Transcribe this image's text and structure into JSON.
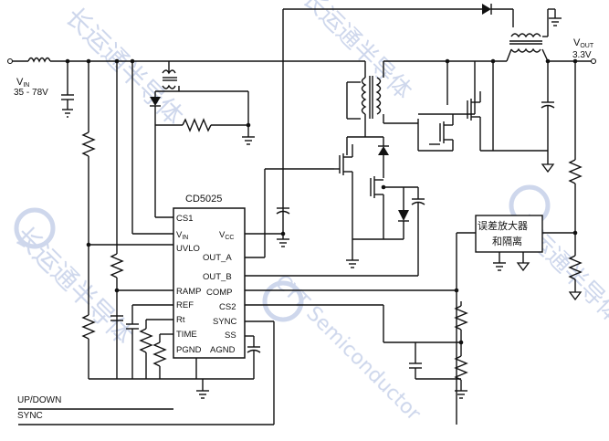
{
  "diagram": {
    "chip_name": "CD5025",
    "pins_left": [
      "CS1",
      "VIN",
      "UVLO",
      "RAMP",
      "REF",
      "Rt",
      "TIME",
      "PGND"
    ],
    "pins_right": [
      "VCC",
      "OUT_A",
      "OUT_B",
      "COMP",
      "CS2",
      "SYNC",
      "SS",
      "AGND"
    ],
    "vin_label": "VIN",
    "vin_range": "35 - 78V",
    "vout_label": "VOUT",
    "vout_value": "3.3V",
    "error_amp_line1": "误差放大器",
    "error_amp_line2": "和隔离",
    "updown_label": "UP/DOWN",
    "sync_label": "SYNC",
    "watermark_cn": "长运通半导体",
    "watermark_en": "CYT Semiconductor",
    "watermark_color": "#c9d3ea"
  }
}
